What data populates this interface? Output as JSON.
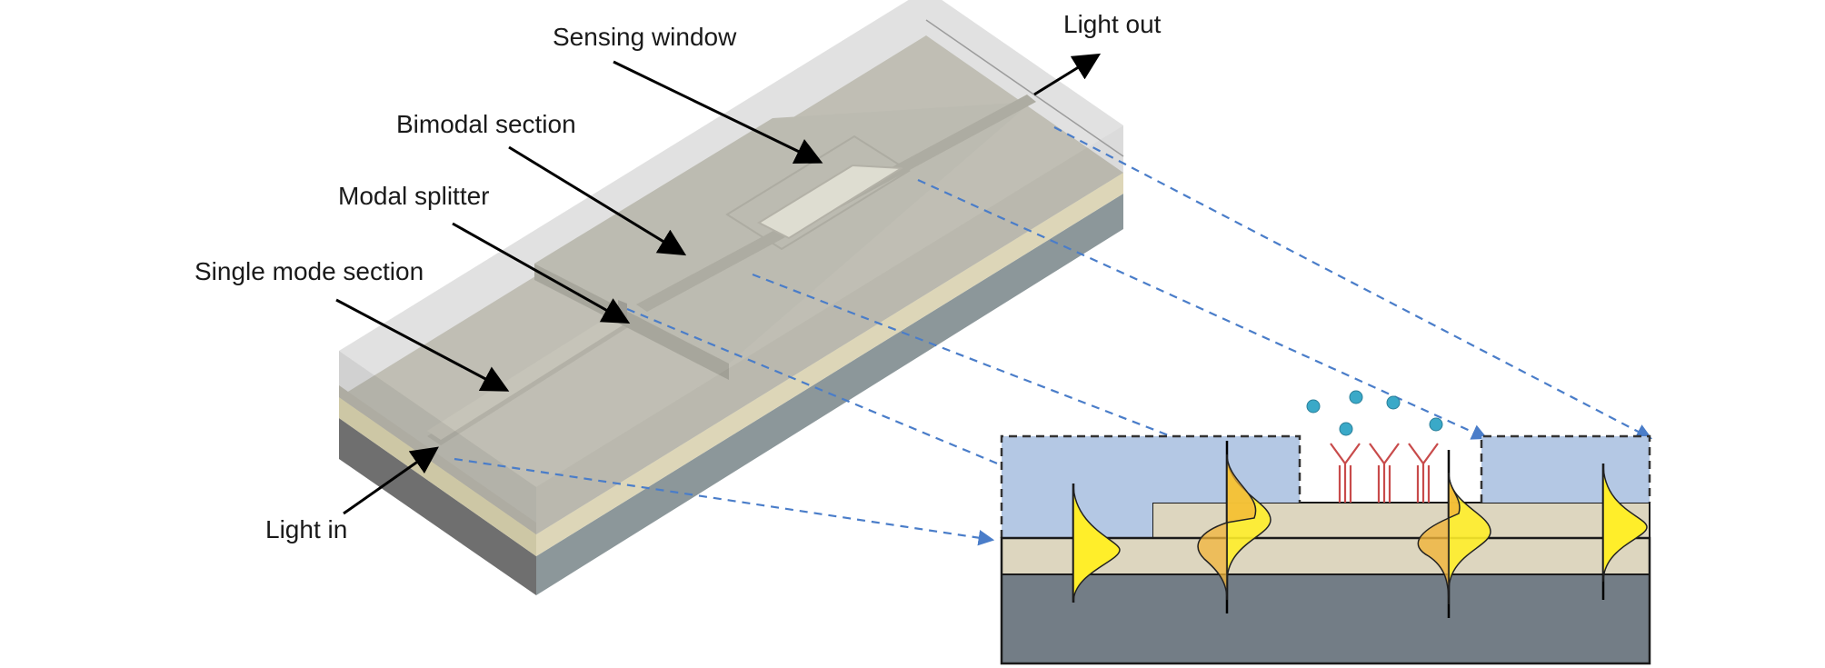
{
  "labels": {
    "sensing_window": "Sensing window",
    "light_out": "Light out",
    "bimodal_section": "Bimodal section",
    "modal_splitter": "Modal splitter",
    "single_mode_section": "Single mode section",
    "light_in": "Light in"
  },
  "colors": {
    "glass_cover": "#b9b9b9",
    "waveguide_top": "#b5b29c",
    "waveguide_front": "#8c8973",
    "core_layer": "#d8d2b2",
    "core_front": "#cdc7a5",
    "substrate_front": "#6f6f6f",
    "substrate_side": "#8c979a",
    "cladding_blue": "#b4c8e4",
    "cross_core": "#ddd6bf",
    "cross_substrate": "#737d86",
    "mode_yellow": "#ffee2a",
    "mode_orange": "#f1b43a",
    "guide_arrow": "#4a7dc9",
    "molecule": "#3aa9c8",
    "antibody": "#c84b4b"
  }
}
